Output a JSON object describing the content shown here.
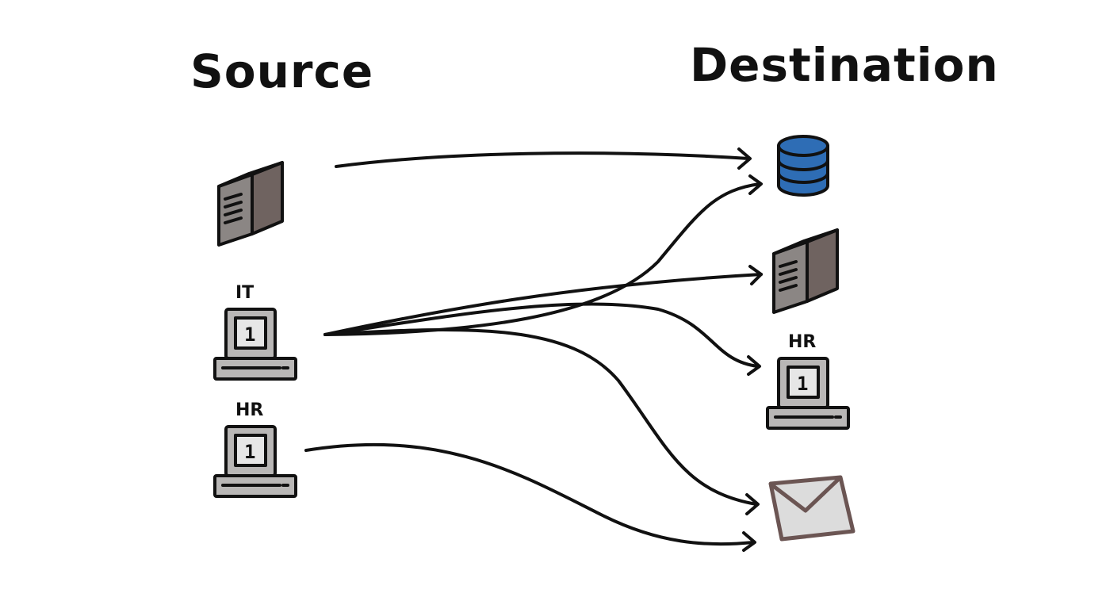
{
  "headings": {
    "source": "Source",
    "destination": "Destination"
  },
  "source_nodes": [
    {
      "id": "src-server",
      "icon": "server-icon",
      "label": ""
    },
    {
      "id": "src-it-computer",
      "icon": "computer-icon",
      "label": "IT",
      "screen": "1"
    },
    {
      "id": "src-hr-computer",
      "icon": "computer-icon",
      "label": "HR",
      "screen": "1"
    }
  ],
  "destination_nodes": [
    {
      "id": "dst-database",
      "icon": "database-icon",
      "label": ""
    },
    {
      "id": "dst-server",
      "icon": "server-icon",
      "label": ""
    },
    {
      "id": "dst-hr-computer",
      "icon": "computer-icon",
      "label": "HR",
      "screen": "1"
    },
    {
      "id": "dst-email",
      "icon": "envelope-icon",
      "label": ""
    }
  ],
  "edges": [
    {
      "from": "src-server",
      "to": "dst-database"
    },
    {
      "from": "src-it-computer",
      "to": "dst-database"
    },
    {
      "from": "src-it-computer",
      "to": "dst-server"
    },
    {
      "from": "src-it-computer",
      "to": "dst-hr-computer"
    },
    {
      "from": "src-it-computer",
      "to": "dst-email"
    },
    {
      "from": "src-hr-computer",
      "to": "dst-email"
    }
  ],
  "colors": {
    "ink": "#111111",
    "server_front": "#8b8684",
    "server_side": "#6f6360",
    "computer_body": "#b9b7b6",
    "computer_screen": "#e6e6e6",
    "database_blue": "#2e6db5",
    "envelope_fill": "#dcdcdc",
    "envelope_border": "#6b5553"
  }
}
